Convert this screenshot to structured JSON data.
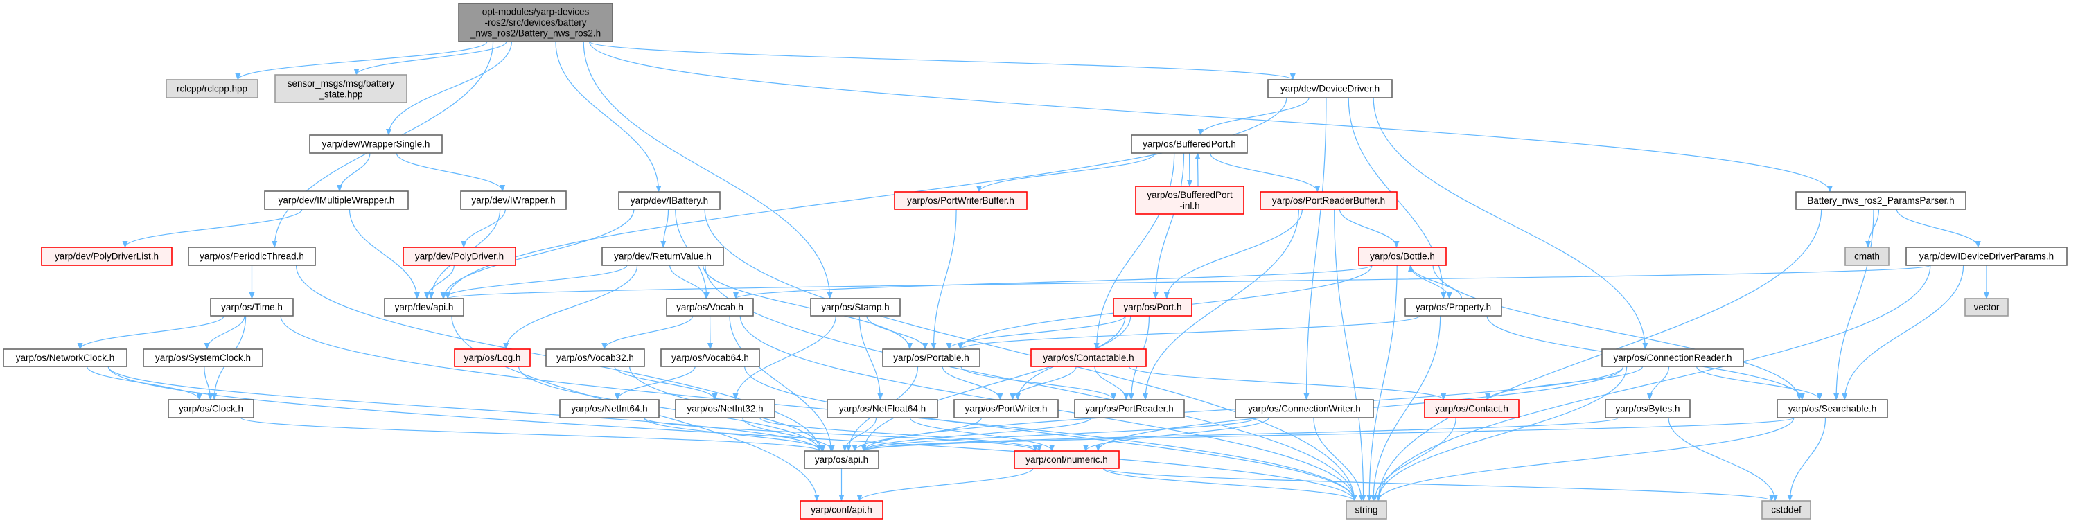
{
  "colors": {
    "edge": "#63b8ff",
    "red_border": "#ff0000",
    "red_fill": "#fff0f0",
    "ext_fill": "#e0e0e0",
    "root_fill": "#999999"
  },
  "nodes": {
    "root": {
      "kind": "root",
      "lines": [
        "opt-modules/yarp-devices",
        "-ros2/src/devices/battery",
        "_nws_ros2/Battery_nws_ros2.h"
      ]
    },
    "rclcpp": {
      "kind": "ext",
      "lines": [
        "rclcpp/rclcpp.hpp"
      ]
    },
    "sensor": {
      "kind": "ext",
      "lines": [
        "sensor_msgs/msg/battery",
        "_state.hpp"
      ]
    },
    "devdriver": {
      "kind": "normal",
      "lines": [
        "yarp/dev/DeviceDriver.h"
      ]
    },
    "wrappersingle": {
      "kind": "normal",
      "lines": [
        "yarp/dev/WrapperSingle.h"
      ]
    },
    "bufport": {
      "kind": "normal",
      "lines": [
        "yarp/os/BufferedPort.h"
      ]
    },
    "imultiple": {
      "kind": "normal",
      "lines": [
        "yarp/dev/IMultipleWrapper.h"
      ]
    },
    "iwrapper": {
      "kind": "normal",
      "lines": [
        "yarp/dev/IWrapper.h"
      ]
    },
    "ibattery": {
      "kind": "normal",
      "lines": [
        "yarp/dev/IBattery.h"
      ]
    },
    "pwbuffer": {
      "kind": "red",
      "lines": [
        "yarp/os/PortWriterBuffer.h"
      ]
    },
    "bufinl": {
      "kind": "red",
      "lines": [
        "yarp/os/BufferedPort",
        "-inl.h"
      ]
    },
    "prbuffer": {
      "kind": "red",
      "lines": [
        "yarp/os/PortReaderBuffer.h"
      ]
    },
    "params": {
      "kind": "normal",
      "lines": [
        "Battery_nws_ros2_ParamsParser.h"
      ]
    },
    "polydriverlist": {
      "kind": "red",
      "lines": [
        "yarp/dev/PolyDriverList.h"
      ]
    },
    "periodic": {
      "kind": "normal",
      "lines": [
        "yarp/os/PeriodicThread.h"
      ]
    },
    "polydriver": {
      "kind": "red",
      "lines": [
        "yarp/dev/PolyDriver.h"
      ]
    },
    "returnvalue": {
      "kind": "normal",
      "lines": [
        "yarp/dev/ReturnValue.h"
      ]
    },
    "bottle": {
      "kind": "red",
      "lines": [
        "yarp/os/Bottle.h"
      ]
    },
    "cmath": {
      "kind": "ext",
      "lines": [
        "cmath"
      ]
    },
    "iddparams": {
      "kind": "normal",
      "lines": [
        "yarp/dev/IDeviceDriverParams.h"
      ]
    },
    "time": {
      "kind": "normal",
      "lines": [
        "yarp/os/Time.h"
      ]
    },
    "devapi": {
      "kind": "normal",
      "lines": [
        "yarp/dev/api.h"
      ]
    },
    "vocab": {
      "kind": "normal",
      "lines": [
        "yarp/os/Vocab.h"
      ]
    },
    "stamp": {
      "kind": "normal",
      "lines": [
        "yarp/os/Stamp.h"
      ]
    },
    "port": {
      "kind": "red",
      "lines": [
        "yarp/os/Port.h"
      ]
    },
    "property": {
      "kind": "normal",
      "lines": [
        "yarp/os/Property.h"
      ]
    },
    "vector": {
      "kind": "ext",
      "lines": [
        "vector"
      ]
    },
    "netclock": {
      "kind": "normal",
      "lines": [
        "yarp/os/NetworkClock.h"
      ]
    },
    "sysclock": {
      "kind": "normal",
      "lines": [
        "yarp/os/SystemClock.h"
      ]
    },
    "log": {
      "kind": "red",
      "lines": [
        "yarp/os/Log.h"
      ]
    },
    "vocab32": {
      "kind": "normal",
      "lines": [
        "yarp/os/Vocab32.h"
      ]
    },
    "vocab64": {
      "kind": "normal",
      "lines": [
        "yarp/os/Vocab64.h"
      ]
    },
    "portable": {
      "kind": "normal",
      "lines": [
        "yarp/os/Portable.h"
      ]
    },
    "contactable": {
      "kind": "red",
      "lines": [
        "yarp/os/Contactable.h"
      ]
    },
    "connreader": {
      "kind": "normal",
      "lines": [
        "yarp/os/ConnectionReader.h"
      ]
    },
    "clock": {
      "kind": "normal",
      "lines": [
        "yarp/os/Clock.h"
      ]
    },
    "netint64": {
      "kind": "normal",
      "lines": [
        "yarp/os/NetInt64.h"
      ]
    },
    "netint32": {
      "kind": "normal",
      "lines": [
        "yarp/os/NetInt32.h"
      ]
    },
    "netfloat64": {
      "kind": "normal",
      "lines": [
        "yarp/os/NetFloat64.h"
      ]
    },
    "portwriter": {
      "kind": "normal",
      "lines": [
        "yarp/os/PortWriter.h"
      ]
    },
    "portreader": {
      "kind": "normal",
      "lines": [
        "yarp/os/PortReader.h"
      ]
    },
    "connwriter": {
      "kind": "normal",
      "lines": [
        "yarp/os/ConnectionWriter.h"
      ]
    },
    "contact": {
      "kind": "red",
      "lines": [
        "yarp/os/Contact.h"
      ]
    },
    "bytes": {
      "kind": "normal",
      "lines": [
        "yarp/os/Bytes.h"
      ]
    },
    "searchable": {
      "kind": "normal",
      "lines": [
        "yarp/os/Searchable.h"
      ]
    },
    "osapi": {
      "kind": "normal",
      "lines": [
        "yarp/os/api.h"
      ]
    },
    "numeric": {
      "kind": "red",
      "lines": [
        "yarp/conf/numeric.h"
      ]
    },
    "confapi": {
      "kind": "red",
      "lines": [
        "yarp/conf/api.h"
      ]
    },
    "string": {
      "kind": "ext",
      "lines": [
        "string"
      ]
    },
    "cstddef": {
      "kind": "ext",
      "lines": [
        "cstddef"
      ]
    }
  },
  "edges": [
    [
      "root",
      "rclcpp"
    ],
    [
      "root",
      "sensor"
    ],
    [
      "root",
      "wrappersingle"
    ],
    [
      "root",
      "periodic"
    ],
    [
      "root",
      "ibattery"
    ],
    [
      "root",
      "stamp"
    ],
    [
      "root",
      "devdriver"
    ],
    [
      "root",
      "params"
    ],
    [
      "wrappersingle",
      "imultiple"
    ],
    [
      "wrappersingle",
      "iwrapper"
    ],
    [
      "imultiple",
      "polydriverlist"
    ],
    [
      "imultiple",
      "devapi"
    ],
    [
      "iwrapper",
      "polydriver"
    ],
    [
      "iwrapper",
      "devapi"
    ],
    [
      "polydriver",
      "devapi"
    ],
    [
      "periodic",
      "time"
    ],
    [
      "periodic",
      "osapi"
    ],
    [
      "time",
      "netclock"
    ],
    [
      "time",
      "sysclock"
    ],
    [
      "time",
      "clock"
    ],
    [
      "time",
      "string"
    ],
    [
      "netclock",
      "clock"
    ],
    [
      "netclock",
      "osapi"
    ],
    [
      "netclock",
      "string"
    ],
    [
      "sysclock",
      "clock"
    ],
    [
      "clock",
      "osapi"
    ],
    [
      "devapi",
      "confapi"
    ],
    [
      "ibattery",
      "devapi"
    ],
    [
      "ibattery",
      "returnvalue"
    ],
    [
      "ibattery",
      "vocab"
    ],
    [
      "ibattery",
      "string"
    ],
    [
      "returnvalue",
      "vocab"
    ],
    [
      "returnvalue",
      "devapi"
    ],
    [
      "returnvalue",
      "log"
    ],
    [
      "returnvalue",
      "portable"
    ],
    [
      "returnvalue",
      "string"
    ],
    [
      "log",
      "osapi"
    ],
    [
      "vocab",
      "vocab32"
    ],
    [
      "vocab",
      "vocab64"
    ],
    [
      "vocab",
      "osapi"
    ],
    [
      "vocab",
      "string"
    ],
    [
      "vocab32",
      "netint32"
    ],
    [
      "vocab32",
      "osapi"
    ],
    [
      "vocab64",
      "netint64"
    ],
    [
      "vocab64",
      "string"
    ],
    [
      "stamp",
      "portable"
    ],
    [
      "stamp",
      "netint32"
    ],
    [
      "stamp",
      "netfloat64"
    ],
    [
      "portable",
      "osapi"
    ],
    [
      "portable",
      "portwriter"
    ],
    [
      "portable",
      "portreader"
    ],
    [
      "netint64",
      "osapi"
    ],
    [
      "netint64",
      "numeric"
    ],
    [
      "netint32",
      "osapi"
    ],
    [
      "netint32",
      "numeric"
    ],
    [
      "netfloat64",
      "osapi"
    ],
    [
      "netfloat64",
      "numeric"
    ],
    [
      "portwriter",
      "osapi"
    ],
    [
      "portreader",
      "osapi"
    ],
    [
      "osapi",
      "confapi"
    ],
    [
      "numeric",
      "confapi"
    ],
    [
      "numeric",
      "string"
    ],
    [
      "numeric",
      "cstddef"
    ],
    [
      "devdriver",
      "bufport"
    ],
    [
      "devdriver",
      "devapi"
    ],
    [
      "devdriver",
      "property"
    ],
    [
      "devdriver",
      "connwriter"
    ],
    [
      "devdriver",
      "connreader"
    ],
    [
      "bufport",
      "pwbuffer"
    ],
    [
      "bufport",
      "bufinl"
    ],
    [
      "bufport",
      "prbuffer"
    ],
    [
      "bufport",
      "port"
    ],
    [
      "bufport",
      "contactable"
    ],
    [
      "bufinl",
      "bufport"
    ],
    [
      "pwbuffer",
      "portable"
    ],
    [
      "prbuffer",
      "bottle"
    ],
    [
      "prbuffer",
      "port"
    ],
    [
      "prbuffer",
      "portreader"
    ],
    [
      "prbuffer",
      "string"
    ],
    [
      "bottle",
      "property"
    ],
    [
      "bottle",
      "portable"
    ],
    [
      "bottle",
      "vocab"
    ],
    [
      "bottle",
      "searchable"
    ],
    [
      "bottle",
      "string"
    ],
    [
      "property",
      "bottle"
    ],
    [
      "property",
      "portable"
    ],
    [
      "property",
      "searchable"
    ],
    [
      "property",
      "string"
    ],
    [
      "port",
      "portable"
    ],
    [
      "port",
      "portwriter"
    ],
    [
      "port",
      "portreader"
    ],
    [
      "port",
      "osapi"
    ],
    [
      "contactable",
      "portwriter"
    ],
    [
      "contactable",
      "portreader"
    ],
    [
      "contactable",
      "contact"
    ],
    [
      "connwriter",
      "osapi"
    ],
    [
      "connwriter",
      "numeric"
    ],
    [
      "connwriter",
      "string"
    ],
    [
      "contact",
      "string"
    ],
    [
      "connreader",
      "contact"
    ],
    [
      "connreader",
      "bytes"
    ],
    [
      "connreader",
      "searchable"
    ],
    [
      "connreader",
      "osapi"
    ],
    [
      "connreader",
      "numeric"
    ],
    [
      "connreader",
      "string"
    ],
    [
      "bytes",
      "osapi"
    ],
    [
      "bytes",
      "cstddef"
    ],
    [
      "searchable",
      "osapi"
    ],
    [
      "searchable",
      "string"
    ],
    [
      "searchable",
      "cstddef"
    ],
    [
      "params",
      "cmath"
    ],
    [
      "params",
      "iddparams"
    ],
    [
      "params",
      "searchable"
    ],
    [
      "params",
      "string"
    ],
    [
      "iddparams",
      "devapi"
    ],
    [
      "iddparams",
      "vector"
    ],
    [
      "iddparams",
      "searchable"
    ],
    [
      "iddparams",
      "string"
    ]
  ]
}
